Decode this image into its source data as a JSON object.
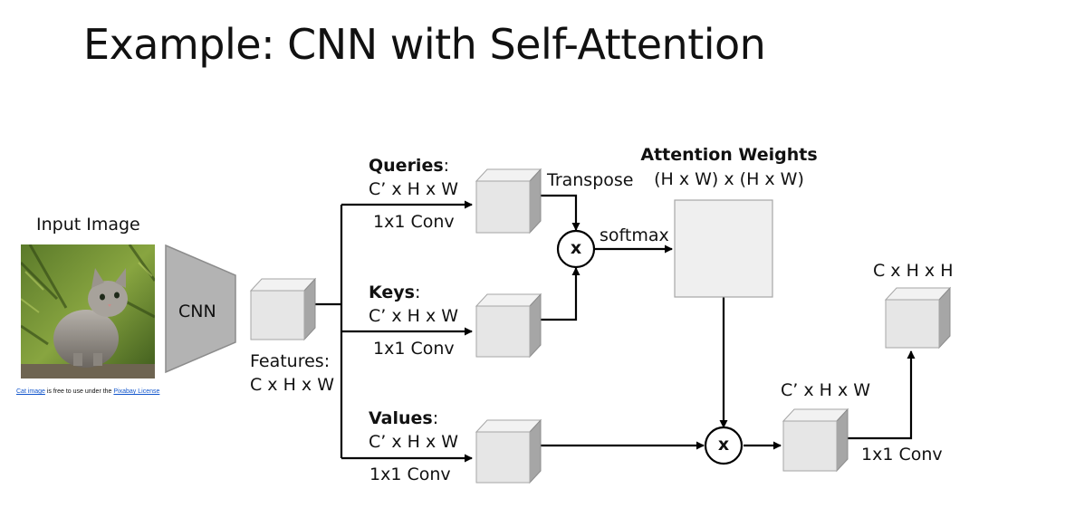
{
  "title": "Example: CNN with Self-Attention",
  "input": {
    "label": "Input Image"
  },
  "credit": {
    "link1": "Cat image",
    "middle": " is free to use under the ",
    "link2": "Pixabay License"
  },
  "cnn": {
    "label": "CNN"
  },
  "features": {
    "label": "Features:",
    "shape": "C x H x W"
  },
  "queries": {
    "name": "Queries",
    "colon": ":",
    "shape": "C’ x H x W",
    "conv": "1x1 Conv"
  },
  "keys": {
    "name": "Keys",
    "colon": ":",
    "shape": "C’ x H x W",
    "conv": "1x1 Conv"
  },
  "values": {
    "name": "Values",
    "colon": ":",
    "shape": "C’ x H x W",
    "conv": "1x1 Conv"
  },
  "transpose": "Transpose",
  "softmax": "softmax",
  "attention": {
    "title": "Attention Weights",
    "shape": "(H x W) x (H x W)"
  },
  "multiply_symbol": "x",
  "out_mid": {
    "shape": "C’ x H x W"
  },
  "out_final": {
    "shape": "C x H x H",
    "conv": "1x1 Conv"
  }
}
